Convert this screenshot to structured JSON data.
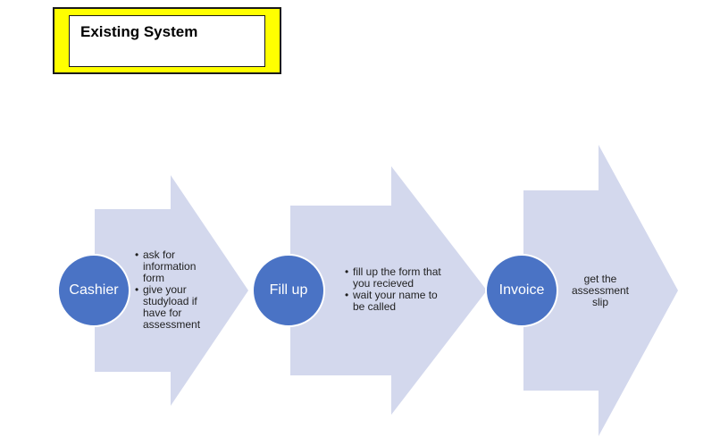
{
  "header": {
    "title": "Existing System"
  },
  "steps": [
    {
      "label": "Cashier",
      "bullets": [
        "ask for information form",
        "give your studyload if have for assessment"
      ]
    },
    {
      "label": "Fill up",
      "bullets": [
        "fill up the form that you recieved",
        "wait your name to be called"
      ]
    },
    {
      "label": "Invoice",
      "text": "get the assessment slip"
    }
  ],
  "colors": {
    "arrow": "#d3d8ed",
    "circle": "#4a73c5",
    "circle_border": "#ffffff",
    "title_box": "#ffff00"
  }
}
